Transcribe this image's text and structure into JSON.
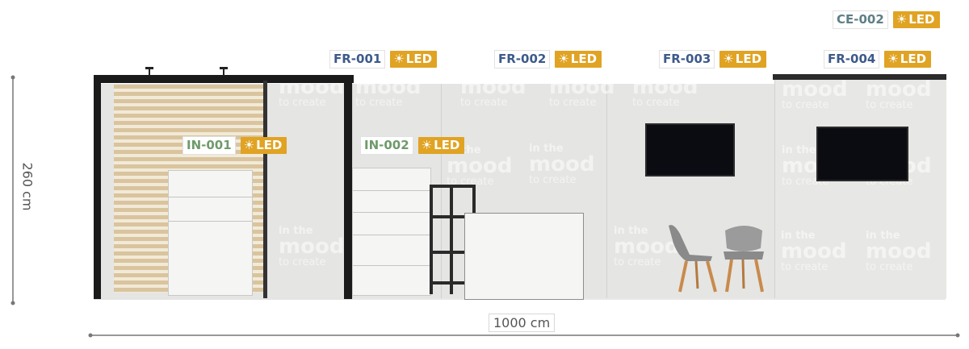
{
  "dimensions": {
    "width_label": "1000 cm",
    "height_label": "260 cm"
  },
  "led_label": "LED",
  "tags": {
    "ce_002": {
      "code": "CE-002"
    },
    "fr_001": {
      "code": "FR-001"
    },
    "fr_002": {
      "code": "FR-002"
    },
    "fr_003": {
      "code": "FR-003"
    },
    "fr_004": {
      "code": "FR-004"
    },
    "in_001": {
      "code": "IN-001"
    },
    "in_002": {
      "code": "IN-002"
    }
  },
  "watermark": {
    "line1": "in the",
    "line2": "mood",
    "line3": "to create"
  },
  "colors": {
    "fr": "#3d5a8a",
    "in": "#6f9a6b",
    "ce": "#5e7f86",
    "led": "#e0a323",
    "wall": "#e5e5e3",
    "frame": "#1a1a1a",
    "slat": "#d9c49e"
  }
}
